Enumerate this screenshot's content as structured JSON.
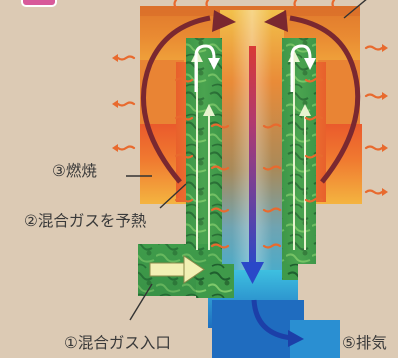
{
  "labels": {
    "combustion": "③燃焼",
    "preheat": "②混合ガスを予熱",
    "inlet": "①混合ガス入口",
    "exhaust": "⑤排気"
  },
  "colors": {
    "background": "#dccab4",
    "flame_orange": "#e8722a",
    "flame_yellow": "#f6c248",
    "flame_red": "#d43b2a",
    "preheat_green": "#3c9a48",
    "exhaust_blue": "#2a77c8",
    "recirculation_arrow": "#7a2830"
  },
  "icons": [
    "heat-wave-icon",
    "flow-arrow-icon",
    "hook-arrow-icon"
  ]
}
